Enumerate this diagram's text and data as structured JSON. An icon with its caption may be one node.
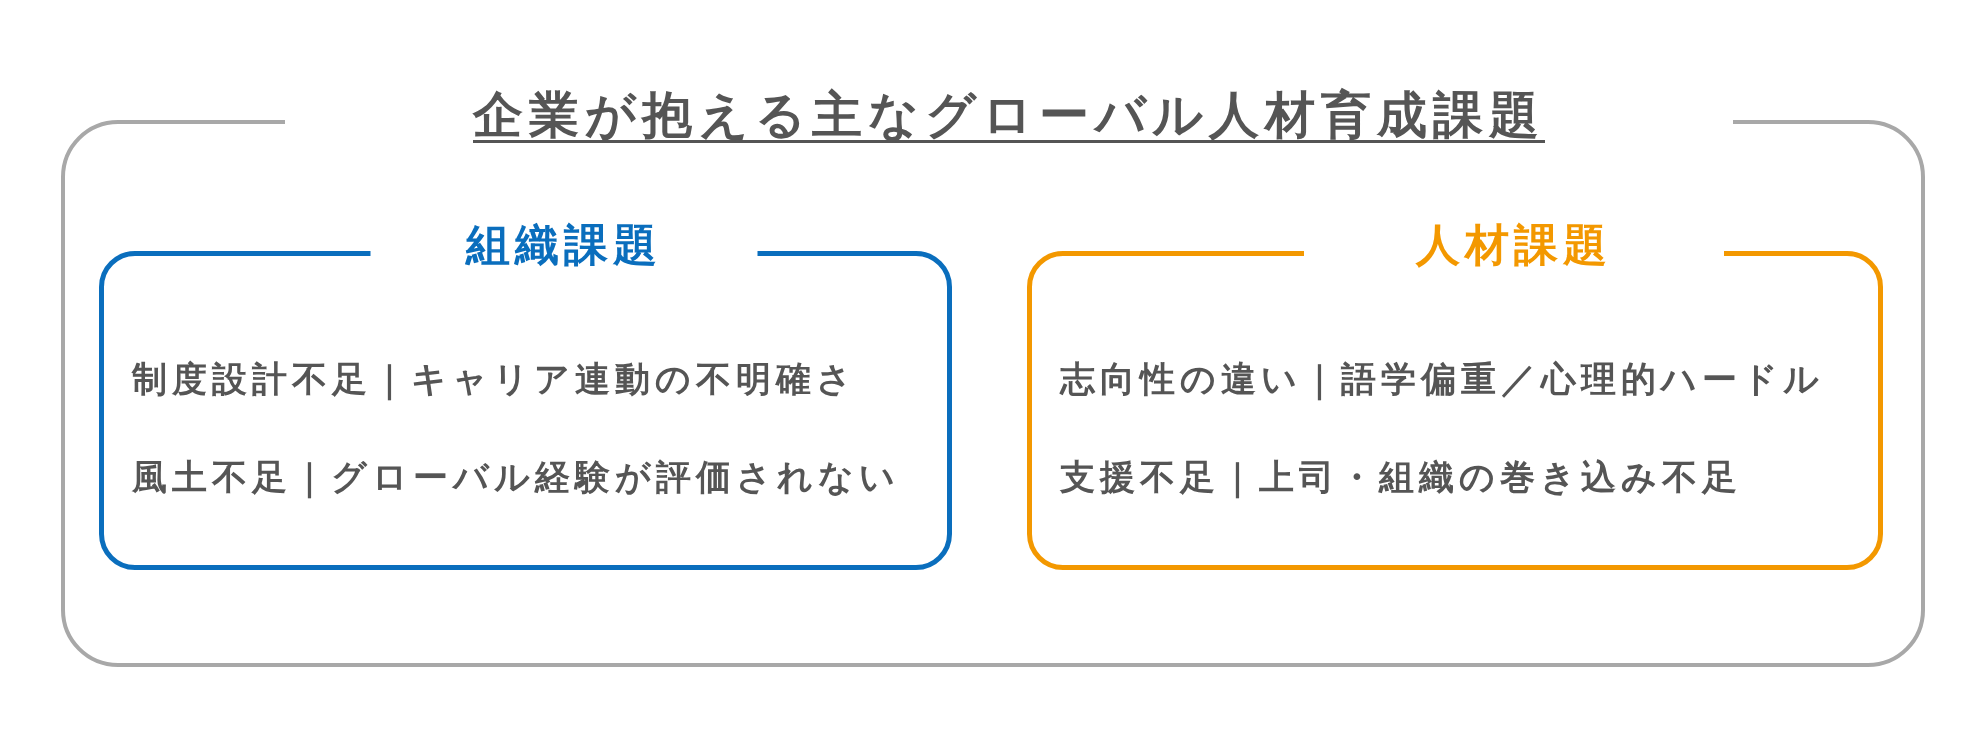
{
  "diagram": {
    "nodes": [
      {
        "text": [
          "企業が抱える主なグローバル人材育成課題"
        ]
      },
      {
        "text": [
          "組織課題",
          "制度設計不足｜キャリア連動の不明確さ",
          "風土不足｜グローバル経験が評価されない"
        ],
        "in": 0
      },
      {
        "text": [
          "人材課題",
          "志向性の違い｜語学偏重／心理的ハードル",
          "支援不足｜上司・組織の巻き込み不足"
        ],
        "in": 0
      }
    ]
  }
}
